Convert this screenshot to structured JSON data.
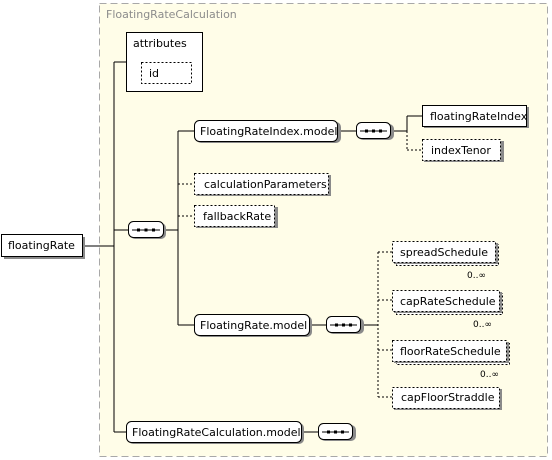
{
  "group_title": "FloatingRateCalculation",
  "attributes": {
    "label": "attributes",
    "id_label": "id"
  },
  "root": {
    "label": "floatingRate"
  },
  "nodes": {
    "floating_rate_index_model": "FloatingRateIndex.model",
    "floating_rate_index": "floatingRateIndex",
    "index_tenor": "indexTenor",
    "calculation_parameters": "calculationParameters",
    "fallback_rate": "fallbackRate",
    "spread_schedule": "spreadSchedule",
    "spread_schedule_card": "0..∞",
    "floating_rate_model": "FloatingRate.model",
    "cap_rate_schedule": "capRateSchedule",
    "cap_rate_schedule_card": "0..∞",
    "floor_rate_schedule": "floorRateSchedule",
    "floor_rate_schedule_card": "0..∞",
    "cap_floor_straddle": "capFloorStraddle",
    "floating_rate_calculation_model": "FloatingRateCalculation.model"
  }
}
